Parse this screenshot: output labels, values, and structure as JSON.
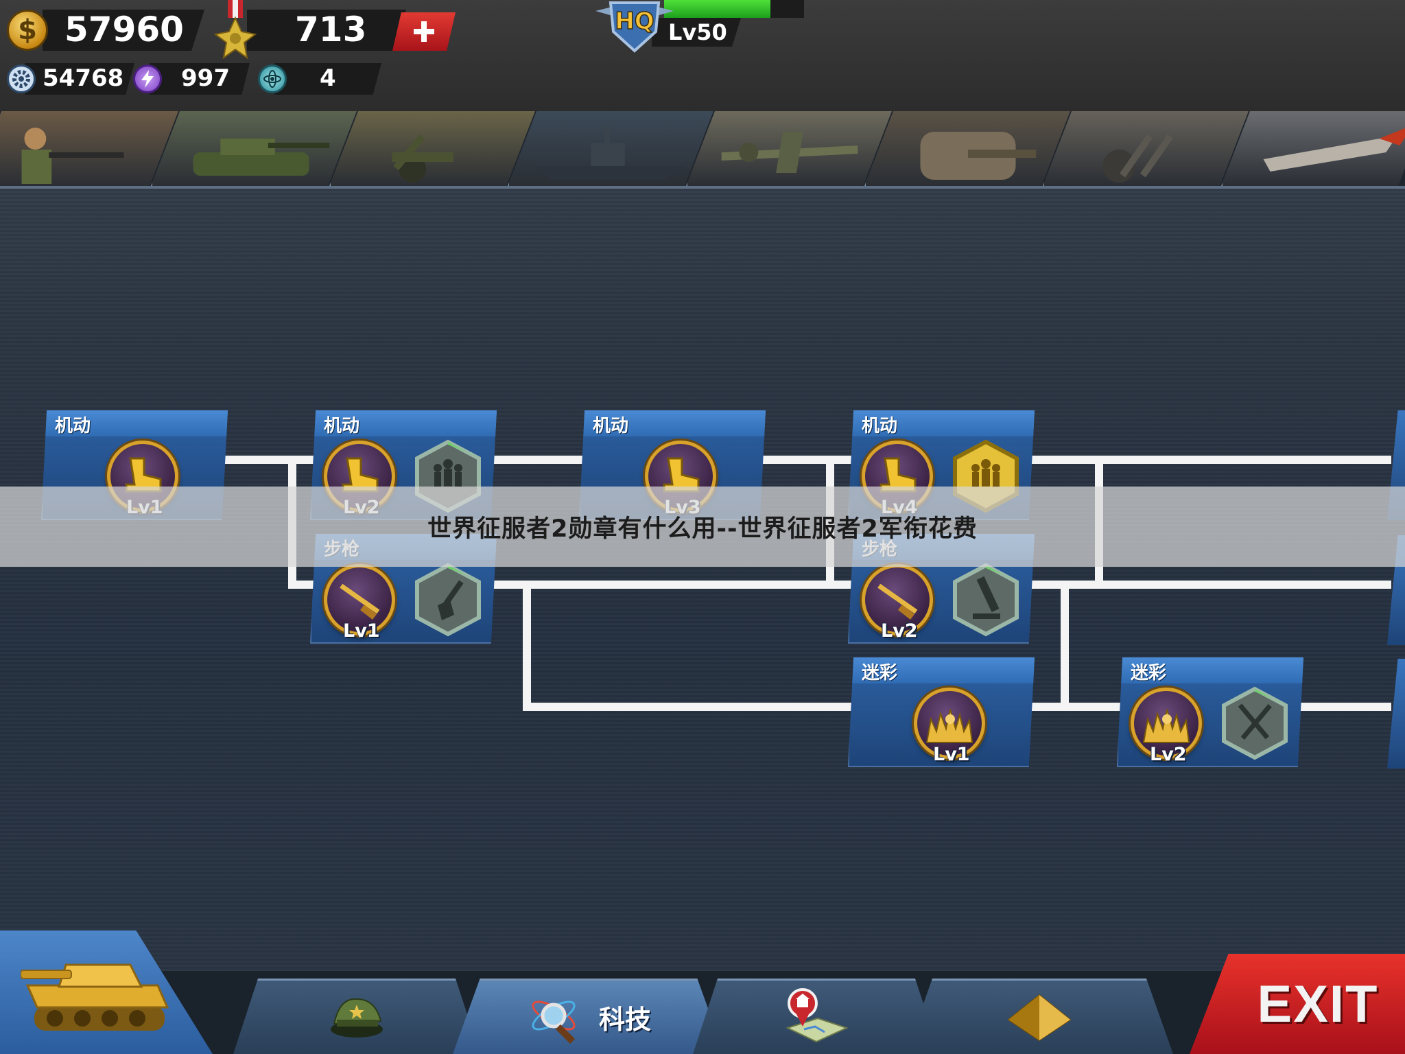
{
  "resources": {
    "gold": "57960",
    "medals": "713",
    "steel": "54768",
    "energy": "997",
    "tech_cores": "4",
    "gold_icon_symbol": "$"
  },
  "hq": {
    "label": "HQ",
    "level": "Lv50",
    "xp_fraction": 0.76
  },
  "categories": [
    {
      "name": "infantry-tile-icon"
    },
    {
      "name": "tank-tile-icon"
    },
    {
      "name": "artillery-tile-icon"
    },
    {
      "name": "navy-tile-icon"
    },
    {
      "name": "aircraft-tile-icon"
    },
    {
      "name": "fortification-tile-icon"
    },
    {
      "name": "anti-air-tile-icon"
    },
    {
      "name": "missile-tile-icon"
    }
  ],
  "tech_tree": {
    "nodes": [
      {
        "title": "机动",
        "level": "Lv1"
      },
      {
        "title": "机动",
        "level": "Lv2"
      },
      {
        "title": "机动",
        "level": "Lv3"
      },
      {
        "title": "机动",
        "level": "Lv4"
      },
      {
        "title": "步枪",
        "level": "Lv1"
      },
      {
        "title": "步枪",
        "level": "Lv2"
      },
      {
        "title": "迷彩",
        "level": "Lv1"
      },
      {
        "title": "迷彩",
        "level": "Lv2"
      }
    ]
  },
  "banner": {
    "text": "世界征服者2勋章有什么用--世界征服者2军衔花费"
  },
  "bottom_nav": {
    "tech_label": "科技",
    "exit_label": "EXIT"
  },
  "colors": {
    "node_blue": "#2f6cb4",
    "gold_ring": "#d9a22a",
    "exit_red": "#d8241f",
    "xp_green": "#3fc92e"
  }
}
